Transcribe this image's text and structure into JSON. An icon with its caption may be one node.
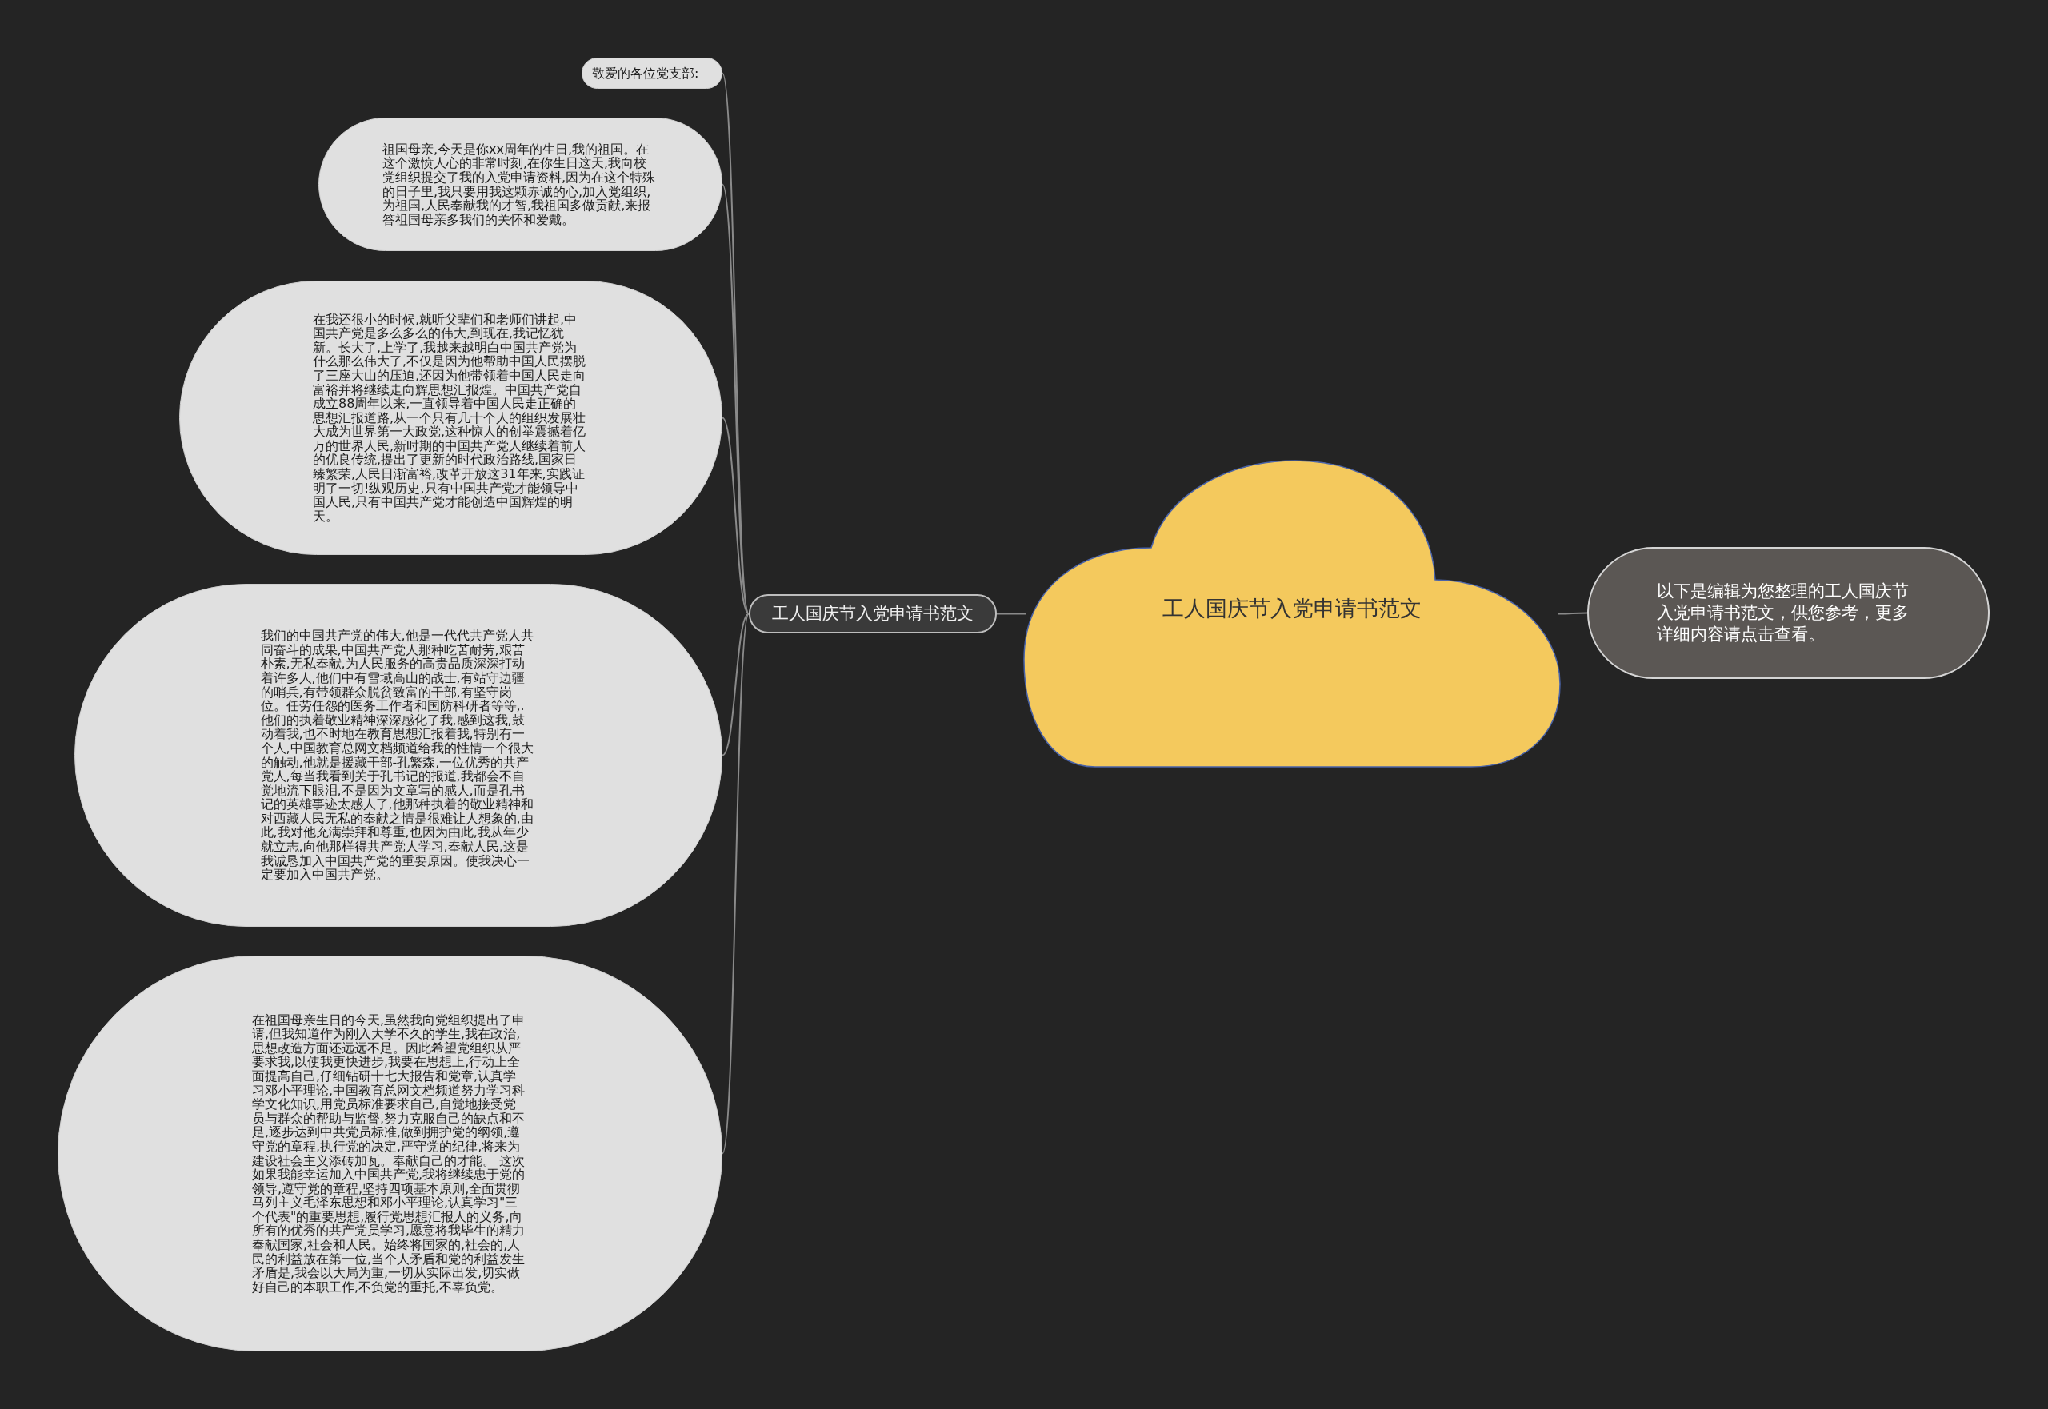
{
  "diagram": {
    "nodes": [
      {
        "text": [
          "工人国庆节入党申请书范文"
        ]
      },
      {
        "text": [
          "工人国庆节入党申请书范文"
        ]
      },
      {
        "text": [
          "敬爱的各位党支部:"
        ]
      },
      {
        "text": [
          "祖国母亲,今天是你xx周年的生日,我的祖国。在这个激愤人心的非常时刻,在你生日这天,我向校党组织提交了我的入党申请资料,因为在这个特殊的日子里,我只要用我这颗赤诚的心,加入党组织,为祖国,人民奉献我的才智,我祖国多做贡献,来报答祖国母亲多我们的关怀和爱戴。"
        ]
      },
      {
        "text": [
          "在我还很小的时候,就听父辈们和老师们讲起,中国共产党是多么多么的伟大,到现在,我记忆犹新。长大了,上学了,我越来越明白中国共产党为什么那么伟大了,不仅是因为他帮助中国人民摆脱了三座大山的压迫,还因为他带领着中国人民走向富裕并将继续走向辉思想汇报煌。中国共产党自成立88周年以来,一直领导着中国人民走正确的思想汇报道路,从一个只有几十个人的组织发展壮大成为世界第一大政党,这种惊人的创举震撼着亿万的世界人民,新时期的中国共产党人继续着前人的优良传统,提出了更新的时代政治路线,国家日臻繁荣,人民日渐富裕,改革开放这31年来,实践证明了一切!纵观历史,只有中国共产党才能领导中国人民,只有中国共产党才能创造中国辉煌的明天。"
        ]
      },
      {
        "text": [
          "我们的中国共产党的伟大,他是一代代共产党人共同奋斗的成果,中国共产党人那种吃苦耐劳,艰苦朴素,无私奉献,为人民服务的高贵品质深深打动着许多人,他们中有雪域高山的战士,有站守边疆的哨兵,有带领群众脱贫致富的干部,有坚守岗位。任劳任怨的医务工作者和国防科研者等等,.他们的执着敬业精神深深感化了我,感到这我,鼓动着我,也不时地在教育思想汇报着我,特别有一个人,中国教育总网文档频道给我的性情一个很大的触动,他就是援藏干部-孔繁森,一位优秀的共产党人,每当我看到关于孔书记的报道,我都会不自觉地流下眼泪,不是因为文章写的感人,而是孔书记的英雄事迹太感人了,他那种执着的敬业精神和对西藏人民无私的奉献之情是很难让人想象的,由此,我对他充满崇拜和尊重,也因为由此,我从年少就立志,向他那样得共产党人学习,奉献人民,这是我诚恳加入中国共产党的重要原因。使我决心一定要加入中国共产党。"
        ]
      },
      {
        "text": [
          "在祖国母亲生日的今天,虽然我向党组织提出了申请,但我知道作为刚入大学不久的学生,我在政治,思想改造方面还远远不足。因此希望党组织从严要求我,以使我更快进步,我要在思想上,行动上全面提高自己,仔细钻研十七大报告和党章,认真学习邓小平理论,中国教育总网文档频道努力学习科学文化知识,用党员标准要求自己,自觉地接受党员与群众的帮助与监督,努力克服自己的缺点和不足,逐步达到中共党员标准,做到拥护党的纲领,遵守党的章程,执行党的决定,严守党的纪律,将来为建设社会主义添砖加瓦。奉献自己的才能。 这次如果我能幸运加入中国共产党,我将继续忠于党的领导,遵守党的章程,坚持四项基本原则,全面贯彻马列主义毛泽东思想和邓小平理论,认真学习\"三个代表\"的重要思想,履行党思想汇报人的义务,向所有的优秀的共产党员学习,愿意将我毕生的精力奉献国家,社会和人民。始终将国家的,社会的,人民的利益放在第一位,当个人矛盾和党的利益发生矛盾是,我会以大局为重,一切从实际出发,切实做好自己的本职工作,不负党的重托,不辜负党。"
        ]
      },
      {
        "text": [
          "以下是编辑为您整理的工人国庆节入党申请书范文，供您参考，更多详细内容请点击查看。"
        ]
      }
    ],
    "edges": [
      {
        "from": 0,
        "to": 1,
        "arrow": "none"
      },
      {
        "from": 0,
        "to": 7,
        "arrow": "none"
      },
      {
        "from": 1,
        "to": 2,
        "arrow": "none"
      },
      {
        "from": 1,
        "to": 3,
        "arrow": "none"
      },
      {
        "from": 1,
        "to": 4,
        "arrow": "none"
      },
      {
        "from": 1,
        "to": 5,
        "arrow": "none"
      },
      {
        "from": 1,
        "to": 6,
        "arrow": "none"
      }
    ]
  }
}
